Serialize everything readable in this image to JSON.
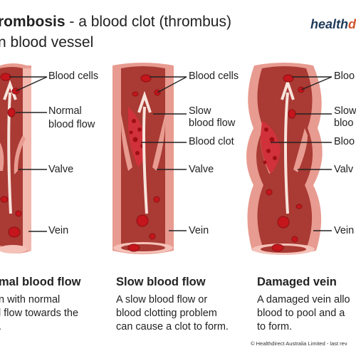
{
  "title": {
    "bold": "rombosis",
    "rest": " - a blood clot (thrombus)",
    "line2": "n blood vessel"
  },
  "logo": {
    "text": "health",
    "suffix": "d"
  },
  "panels": [
    {
      "labels": {
        "cells": "Blood cells",
        "flow1": "Normal",
        "flow2": "blood flow",
        "valve": "Valve",
        "vein": "Vein"
      },
      "heading": "mal blood flow",
      "desc": [
        "n with normal",
        "l flow towards the",
        "."
      ]
    },
    {
      "labels": {
        "cells": "Blood cells",
        "flow1": "Slow",
        "flow2": "blood flow",
        "clot": "Blood clot",
        "valve": "Valve",
        "vein": "Vein"
      },
      "heading": "Slow blood flow",
      "desc": [
        "A slow blood flow or",
        "blood clotting problem",
        "can cause a clot to form."
      ]
    },
    {
      "labels": {
        "cells": "Bloo",
        "flow1": "Slow",
        "flow2": "bloo",
        "clot": "Bloo",
        "valve": "Valv",
        "vein": "Vein"
      },
      "heading": "Damaged vein",
      "desc": [
        "A damaged vein allo",
        "blood to pool and a",
        "to form."
      ]
    }
  ],
  "footer": "© Healthdirect Australia Limited - last rev",
  "colors": {
    "wall": "#e89b90",
    "inner": "#a93a34",
    "cell": "#c4161c",
    "arrow": "#f7e4dc",
    "text": "#222222"
  }
}
